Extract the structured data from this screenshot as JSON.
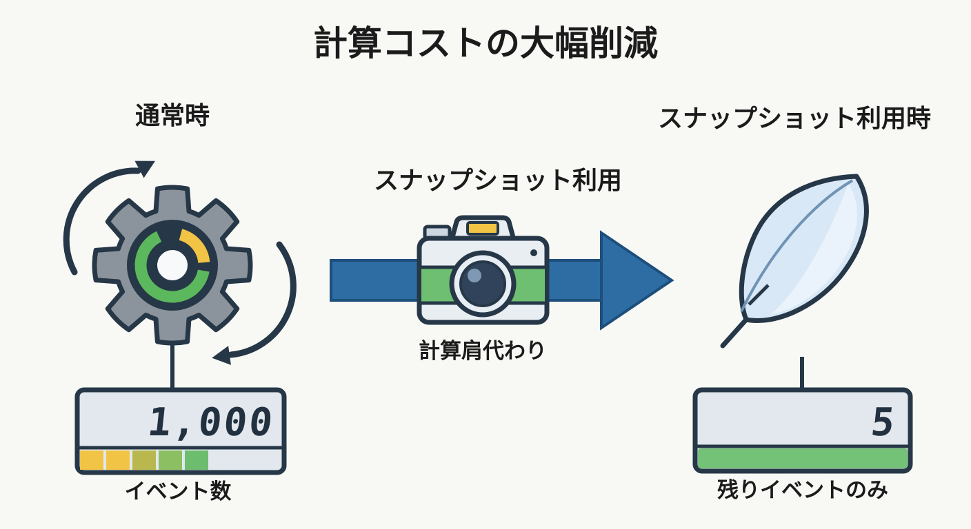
{
  "title": "計算コストの大幅削減",
  "normal_section": {
    "heading": "通常時",
    "counter_value": "1,000",
    "counter_label": "イベント数",
    "segments": [
      "#f2c445",
      "#f2c445",
      "#b9b84e",
      "#8cbf62",
      "#6cbd6e"
    ]
  },
  "snapshot_section": {
    "heading": "スナップショット利用",
    "caption": "計算肩代わり"
  },
  "result_section": {
    "heading": "スナップショット利用時",
    "counter_value": "5",
    "counter_label": "残りイベントのみ",
    "strip_color": "#74c277"
  },
  "icons": {
    "gear": "gear-icon",
    "rotation_arrows": "rotation-arrows-icon",
    "camera": "camera-icon",
    "arrow_right": "arrow-right-icon",
    "feather": "feather-icon"
  },
  "colors": {
    "background": "#f8f8f5",
    "outline": "#263747",
    "text": "#1b1b1b",
    "arrow_blue": "#2e6da4",
    "gear_gray": "#8b949c",
    "ring_green": "#5cb85c",
    "ring_yellow": "#f2c445",
    "camera_green": "#6fbf73",
    "feather_blue": "#d9e8f6",
    "counter_fill": "#e2e8ee"
  }
}
